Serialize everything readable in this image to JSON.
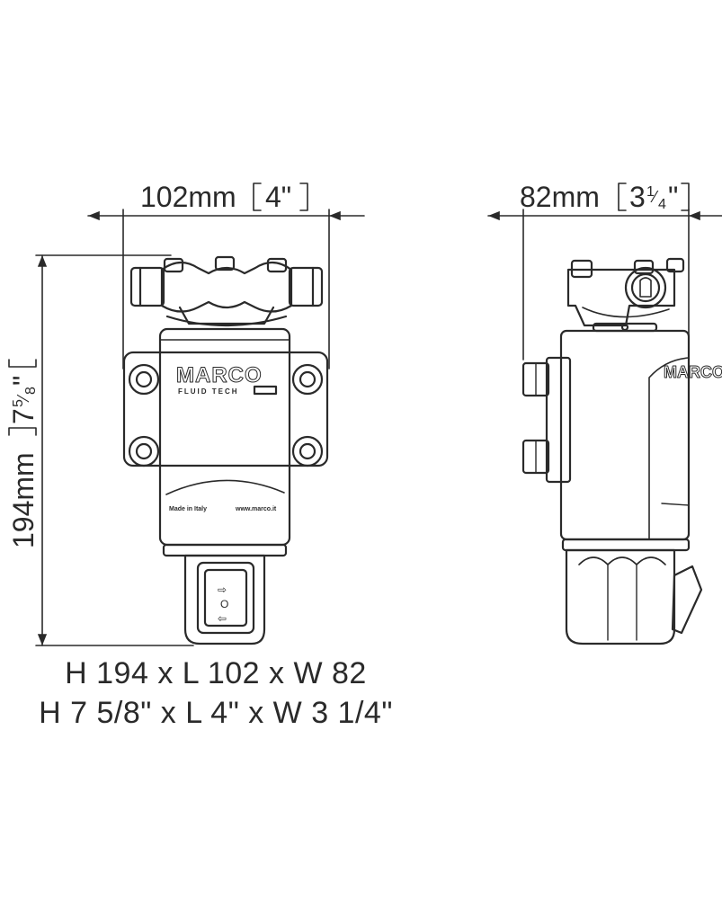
{
  "dimensions": {
    "front_width": {
      "metric": "102mm",
      "imperial": "4\""
    },
    "side_width": {
      "metric": "82mm",
      "imperial_whole": "3",
      "imperial_num": "1",
      "imperial_den": "4",
      "imperial_close": "\""
    },
    "height": {
      "metric": "194mm",
      "imperial_whole": "7",
      "imperial_num": "5",
      "imperial_den": "8",
      "imperial_close": "\""
    }
  },
  "logo": {
    "brand": "MARCO",
    "sub": "FLUID TECH"
  },
  "switch_symbols": {
    "forward": "⇨",
    "off": "O",
    "reverse": "⇦"
  },
  "captions": {
    "metric": "H 194 x L 102 x W 82",
    "imperial": "H 7 5/8\" x L 4\" x W 3 1/4\""
  }
}
